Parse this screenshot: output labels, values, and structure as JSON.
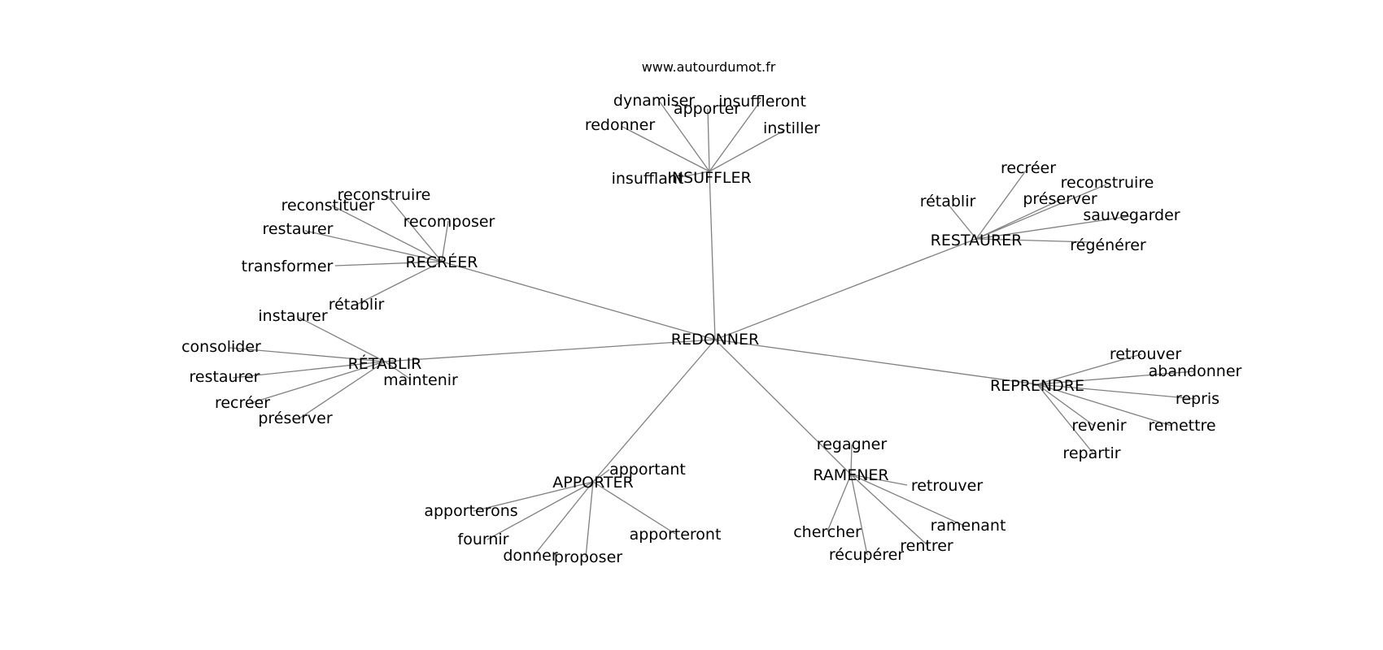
{
  "site": "www.autourdumot.fr",
  "root": "REDONNER",
  "groups": [
    {
      "label": "INSUFFLER",
      "children": [
        "insufflant",
        "redonner",
        "dynamiser",
        "apporter",
        "insuffleront",
        "instiller"
      ]
    },
    {
      "label": "RECRÉER",
      "children": [
        "reconstruire",
        "reconstituer",
        "restaurer",
        "recomposer",
        "transformer",
        "rétablir"
      ]
    },
    {
      "label": "RESTAURER",
      "children": [
        "rétablir",
        "recréer",
        "reconstruire",
        "préserver",
        "sauvegarder",
        "régénérer"
      ]
    },
    {
      "label": "RÉTABLIR",
      "children": [
        "instaurer",
        "consolider",
        "restaurer",
        "recréer",
        "préserver",
        "maintenir"
      ]
    },
    {
      "label": "REPRENDRE",
      "children": [
        "retrouver",
        "abandonner",
        "repris",
        "remettre",
        "revenir",
        "repartir"
      ]
    },
    {
      "label": "APPORTER",
      "children": [
        "apportant",
        "apporterons",
        "fournir",
        "donner",
        "proposer",
        "apporteront"
      ]
    },
    {
      "label": "RAMENER",
      "children": [
        "regagner",
        "retrouver",
        "ramenant",
        "rentrer",
        "récupérer",
        "chercher"
      ]
    }
  ]
}
